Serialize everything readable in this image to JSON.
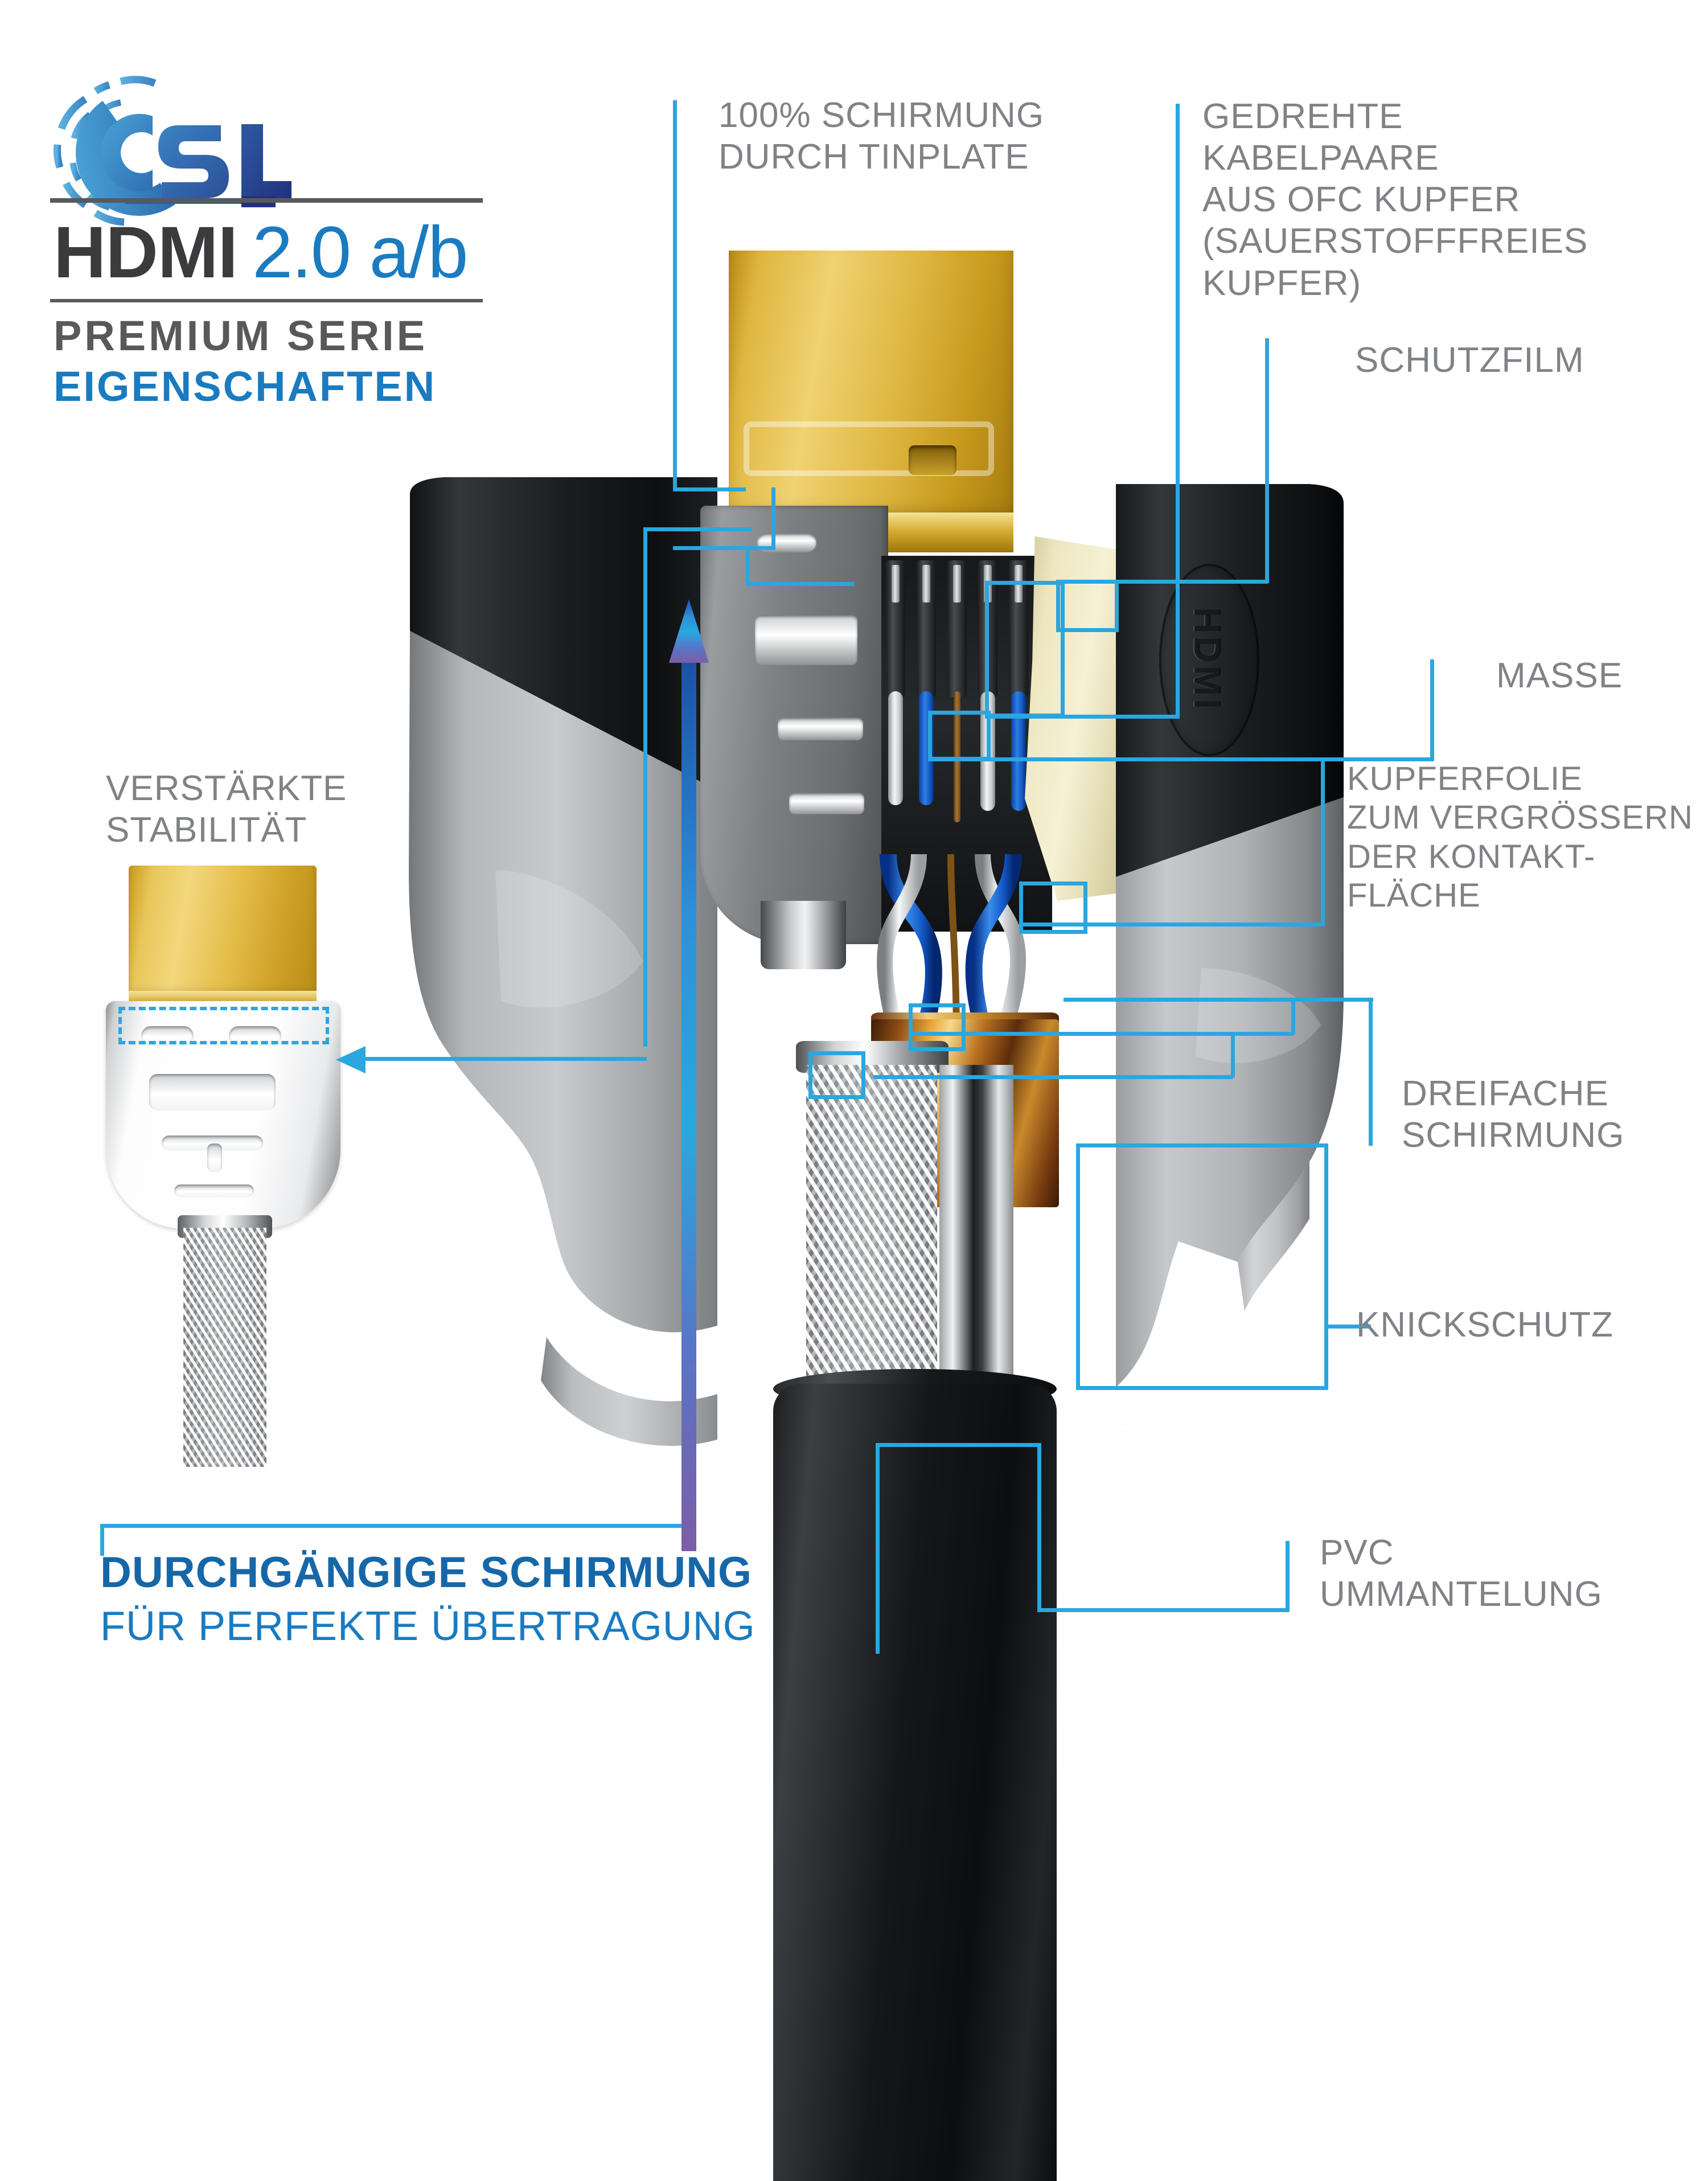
{
  "brand": {
    "logo_text": "CSL",
    "logo_icon": "csl-circuit-ring-logo"
  },
  "title": {
    "product": "HDMI",
    "version": "2.0 a/b",
    "series": "PREMIUM SERIE",
    "section": "EIGENSCHAFTEN"
  },
  "bottom_headline": {
    "line1": "DURCHGÄNGIGE SCHIRMUNG",
    "line2": "FÜR PERFEKTE ÜBERTRAGUNG"
  },
  "labels": {
    "shielding_tinplate": "100% SCHIRMUNG\nDURCH TINPLATE",
    "twisted_pairs": "GEDREHTE\nKABELPAARE\nAUS OFC KUPFER\n(SAUERSTOFFFREIES\nKUPFER)",
    "protective_film": "SCHUTZFILM",
    "ground": "MASSE",
    "copper_foil": "KUPFERFOLIE\nZUM VERGRÖSSERN\nDER KONTAKT-\nFLÄCHE",
    "triple_shielding": "DREIFACHE\nSCHIRMUNG",
    "bend_protection": "KNICKSCHUTZ",
    "pvc_sheath": "PVC\nUMMANTELUNG",
    "reinforced_stability": "VERSTÄRKTE\nSTABILITÄT"
  },
  "product_marks": {
    "connector_logo": "HDMI"
  },
  "colors": {
    "accent_blue": "#2ba6df",
    "title_blue": "#1a7bc0",
    "headline_blue": "#1667a8",
    "label_grey": "#808285",
    "dark_grey": "#58595b"
  }
}
